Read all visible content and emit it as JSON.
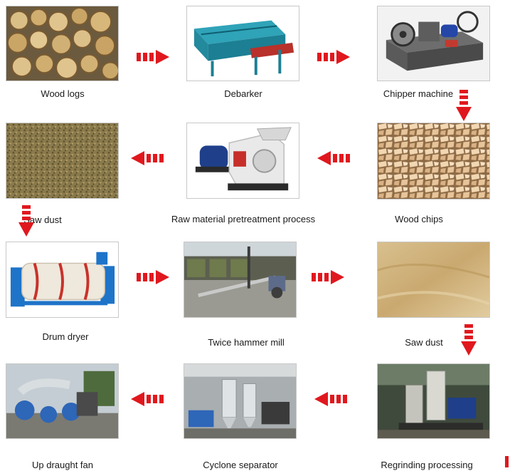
{
  "steps": [
    {
      "label": "Wood logs",
      "icon": "wood-logs-photo"
    },
    {
      "label": "Debarker",
      "icon": "debarker-photo"
    },
    {
      "label": "Chipper machine",
      "icon": "chipper-machine-photo"
    },
    {
      "label": "Wood chips",
      "icon": "wood-chips-photo"
    },
    {
      "label": "Raw material pretreatment process",
      "icon": "hammer-mill-photo"
    },
    {
      "label": "Saw dust",
      "icon": "saw-dust-photo"
    },
    {
      "label": "Drum dryer",
      "icon": "drum-dryer-photo"
    },
    {
      "label": "Twice hammer mill",
      "icon": "twice-hammer-mill-photo"
    },
    {
      "label": "Saw dust",
      "icon": "fine-saw-dust-photo"
    },
    {
      "label": "Regrinding processing",
      "icon": "regrinding-photo"
    },
    {
      "label": "Cyclone separator",
      "icon": "cyclone-separator-photo"
    },
    {
      "label": "Up draught fan",
      "icon": "up-draught-fan-photo"
    }
  ],
  "colors": {
    "arrow": "#e0181e",
    "frame_border": "#c8c8c8",
    "text": "#1a1a1a"
  }
}
